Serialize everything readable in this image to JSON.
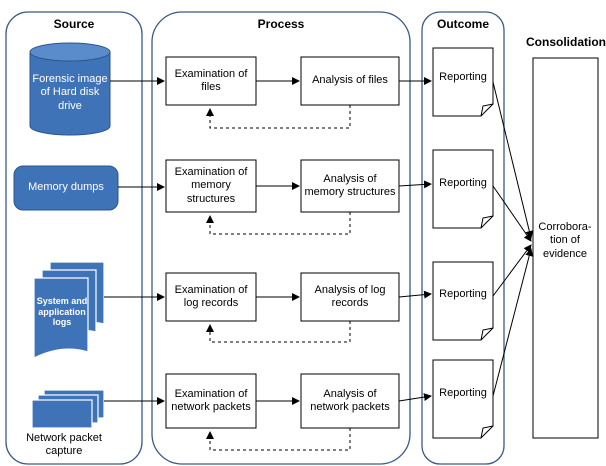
{
  "headers": {
    "source": "Source",
    "process": "Process",
    "outcome": "Outcome",
    "consolidation": "Consolidation"
  },
  "sources": {
    "disk": "Forensic image of Hard disk drive",
    "memory": "Memory dumps",
    "logs": "System and application logs",
    "network": "Network packet capture"
  },
  "examination": [
    "Examination of files",
    "Examination of memory structures",
    "Examination of log records",
    "Examination of network packets"
  ],
  "analysis": [
    "Analysis of files",
    "Analysis of memory structures",
    "Analysis of log records",
    "Analysis of network packets"
  ],
  "reporting": [
    "Reporting",
    "Reporting",
    "Reporting",
    "Reporting"
  ],
  "consolidation_box": "Corrobora-tion of evidence",
  "colors": {
    "source_fill": "#3f73b8",
    "source_stroke": "#2a5590",
    "line": "#000000"
  }
}
